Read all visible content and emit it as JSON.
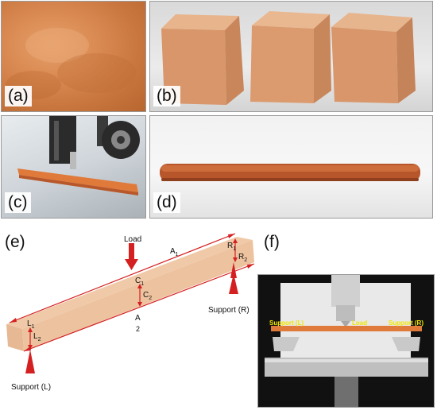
{
  "panels": {
    "a": {
      "label": "(a)"
    },
    "b": {
      "label": "(b)"
    },
    "c": {
      "label": "(c)"
    },
    "d": {
      "label": "(d)"
    },
    "e": {
      "label": "(e)"
    },
    "f": {
      "label": "(f)"
    }
  },
  "diagram": {
    "load": "Load",
    "support_right": "Support (R)",
    "support_left": "Support (L)",
    "a1": "A",
    "a1_sub": "1",
    "a2": "A",
    "a2_sub": "2",
    "r1": "R",
    "r1_sub": "1",
    "r2": "R",
    "r2_sub": "2",
    "c1": "C",
    "c1_sub": "1",
    "c2": "C",
    "c2_sub": "2",
    "l1": "L",
    "l1_sub": "1",
    "l2": "L",
    "l2_sub": "2"
  },
  "photo_f": {
    "support_left": "Support (L)",
    "load": "Load",
    "support_right": "Support (R)"
  },
  "colors": {
    "arrow_red": "#d42020",
    "label_yellow": "#f2e600",
    "clay": "#d98a52"
  }
}
